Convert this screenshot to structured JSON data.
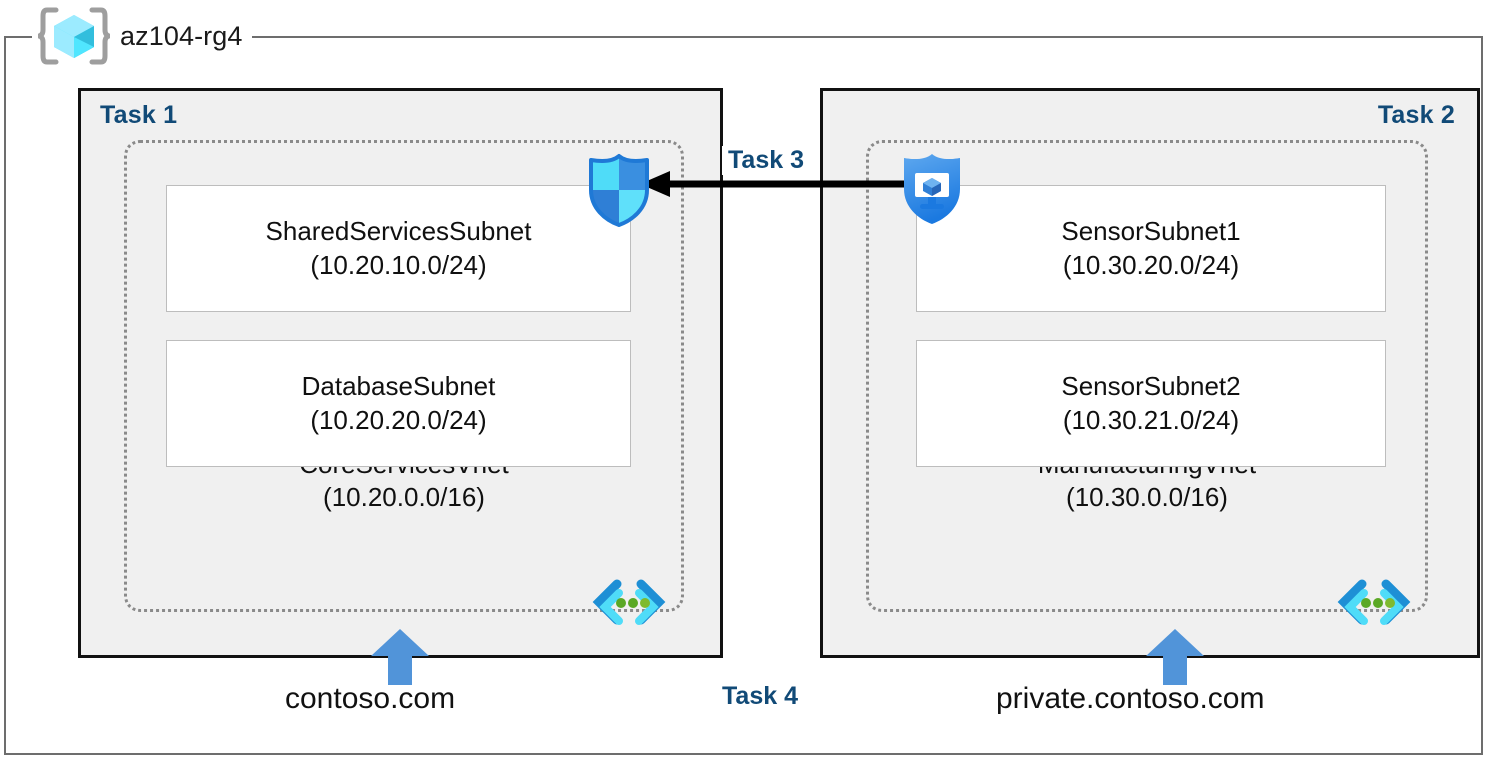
{
  "resource_group": {
    "name": "az104-rg4",
    "icon": "azure-resource-group-cube-icon"
  },
  "panels": [
    {
      "id": "task1",
      "label": "Task 1",
      "vnet": {
        "name": "CoreServicesVnet",
        "cidr": "(10.20.0.0/16)",
        "icon": "vnet-icon"
      },
      "subnets": [
        {
          "name": "SharedServicesSubnet",
          "cidr": "(10.20.10.0/24)"
        },
        {
          "name": "DatabaseSubnet",
          "cidr": "(10.20.20.0/24)"
        }
      ],
      "dns_zone": "contoso.com",
      "overlay_icon": "shield-icon"
    },
    {
      "id": "task2",
      "label": "Task 2",
      "vnet": {
        "name": "ManufacturingVnet",
        "cidr": "(10.30.0.0/16)",
        "icon": "vnet-icon"
      },
      "subnets": [
        {
          "name": "SensorSubnet1",
          "cidr": "(10.30.20.0/24)"
        },
        {
          "name": "SensorSubnet2",
          "cidr": "(10.30.21.0/24)"
        }
      ],
      "dns_zone": "private.contoso.com",
      "overlay_icon": "vm-shield-icon"
    }
  ],
  "connections": [
    {
      "id": "task3",
      "label": "Task 3",
      "direction": "right-to-left",
      "style": "solid-black-arrow"
    },
    {
      "id": "task4",
      "label": "Task 4"
    }
  ],
  "colors": {
    "task_label": "#114a77",
    "panel_fill": "#f0f0f0",
    "panel_border": "#111111",
    "vnet_border": "#8a8a8a",
    "subnet_border": "#bdbdbd",
    "frame_border": "#6d6d6d",
    "dns_arrow": "#5194d9",
    "shield_light": "#50d9f8",
    "shield_dark": "#2f88e0",
    "vnet_bracket_dark": "#1e8fd5",
    "vnet_bracket_light": "#4fdcf8",
    "vnet_dot": "#5aa824"
  }
}
